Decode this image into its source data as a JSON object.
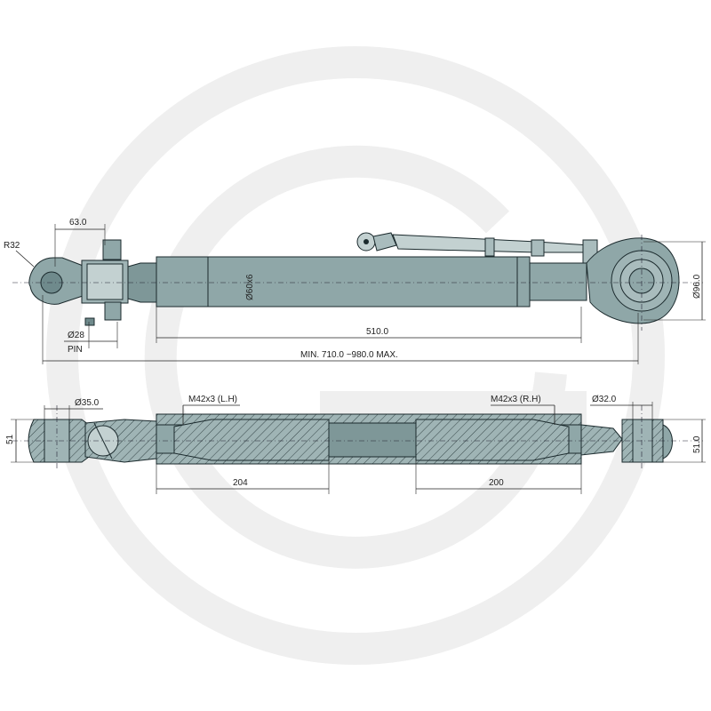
{
  "colors": {
    "part_fill": "#8fa7a8",
    "part_fill_light": "#a9bcbd",
    "part_fill_dark": "#6f8a8c",
    "line": "#1b2a2d",
    "watermark": "#ececec",
    "background": "#ffffff"
  },
  "watermark": {
    "icon": "circle-ring-logo"
  },
  "top_view": {
    "radius_label": "R32",
    "fork_width_label": "63.0",
    "tube_label": "Ø60x6",
    "pin_diameter_label": "Ø28",
    "pin_label": "PIN",
    "inner_length_label": "510.0",
    "overall_length_label": "MIN. 710.0 ~980.0 MAX.",
    "ball_diameter_label": "Ø96.0"
  },
  "section_view": {
    "left_bore_label": "Ø35.0",
    "left_height_label": "51",
    "left_thread_label": "M42x3 (L.H)",
    "right_thread_label": "M42x3 (R.H)",
    "right_bore_label": "Ø32.0",
    "right_height_label": "51.0",
    "left_thread_length_label": "204",
    "right_thread_length_label": "200"
  }
}
